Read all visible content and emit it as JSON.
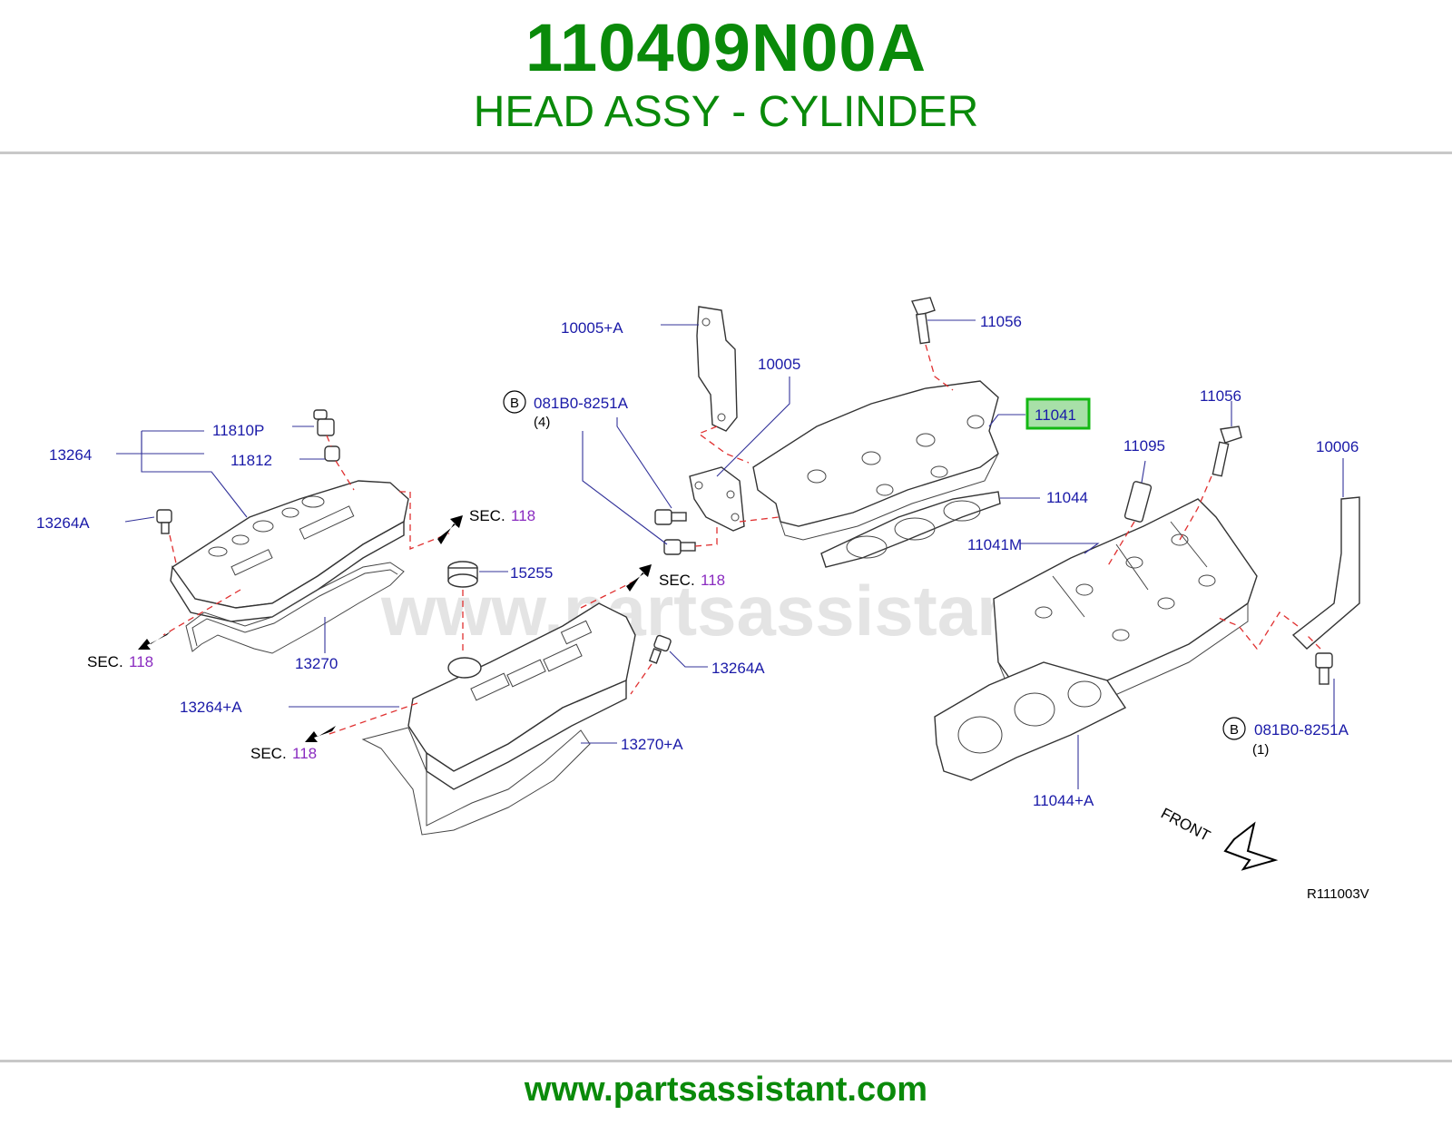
{
  "header": {
    "part_number": "110409N00A",
    "part_name": "HEAD ASSY - CYLINDER"
  },
  "diagram": {
    "watermark": "www.partsassistant.com",
    "drawing_code": "R111003V",
    "front_label": "FRONT",
    "highlighted_part": "11041",
    "labels": {
      "p10005A": "10005+A",
      "p10005": "10005",
      "p11056a": "11056",
      "p11056b": "11056",
      "p11041": "11041",
      "p11044": "11044",
      "p11041M": "11041M",
      "p11095": "11095",
      "p10006": "10006",
      "p081B0a": "081B0-8251A",
      "p081B0a_qty": "(4)",
      "p081B0b": "081B0-8251A",
      "p081B0b_qty": "(1)",
      "p11044A": "11044+A",
      "p13264": "13264",
      "p11810P": "11810P",
      "p11812": "11812",
      "p13264A_left": "13264A",
      "p13270": "13270",
      "p15255": "15255",
      "p13264A_right": "13264A",
      "p13264plusA": "13264+A",
      "p13270plusA": "13270+A",
      "bolt_code": "B"
    },
    "sec_refs": {
      "prefix": "SEC.",
      "number": "118"
    }
  },
  "footer": {
    "url": "www.partsassistant.com"
  },
  "colors": {
    "brand_green": "#0a8a0a",
    "label_blue": "#1a1aa8",
    "sec_purple": "#8a2bc0",
    "dash_red": "#e03030",
    "highlight_border": "#13b813",
    "highlight_fill": "#a8e0a8"
  }
}
